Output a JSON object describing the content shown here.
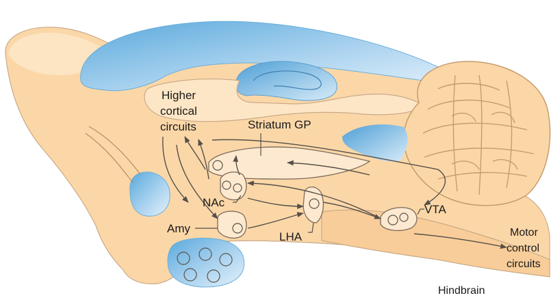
{
  "labels": {
    "higher_cortical": [
      "Higher",
      "cortical",
      "circuits"
    ],
    "striatum_gp": "Striatum GP",
    "nac": "NAc",
    "amy": "Amy",
    "lha": "LHA",
    "vta": "VTA",
    "motor_control": [
      "Motor",
      "control",
      "circuits"
    ],
    "hindbrain": "Hindbrain"
  },
  "colors": {
    "tissue": "#fbd7a8",
    "tissue_light": "#fde6c6",
    "ventricle": "#7db9e0",
    "ventricle_light": "#cfe6f6",
    "arrow": "#555049"
  }
}
